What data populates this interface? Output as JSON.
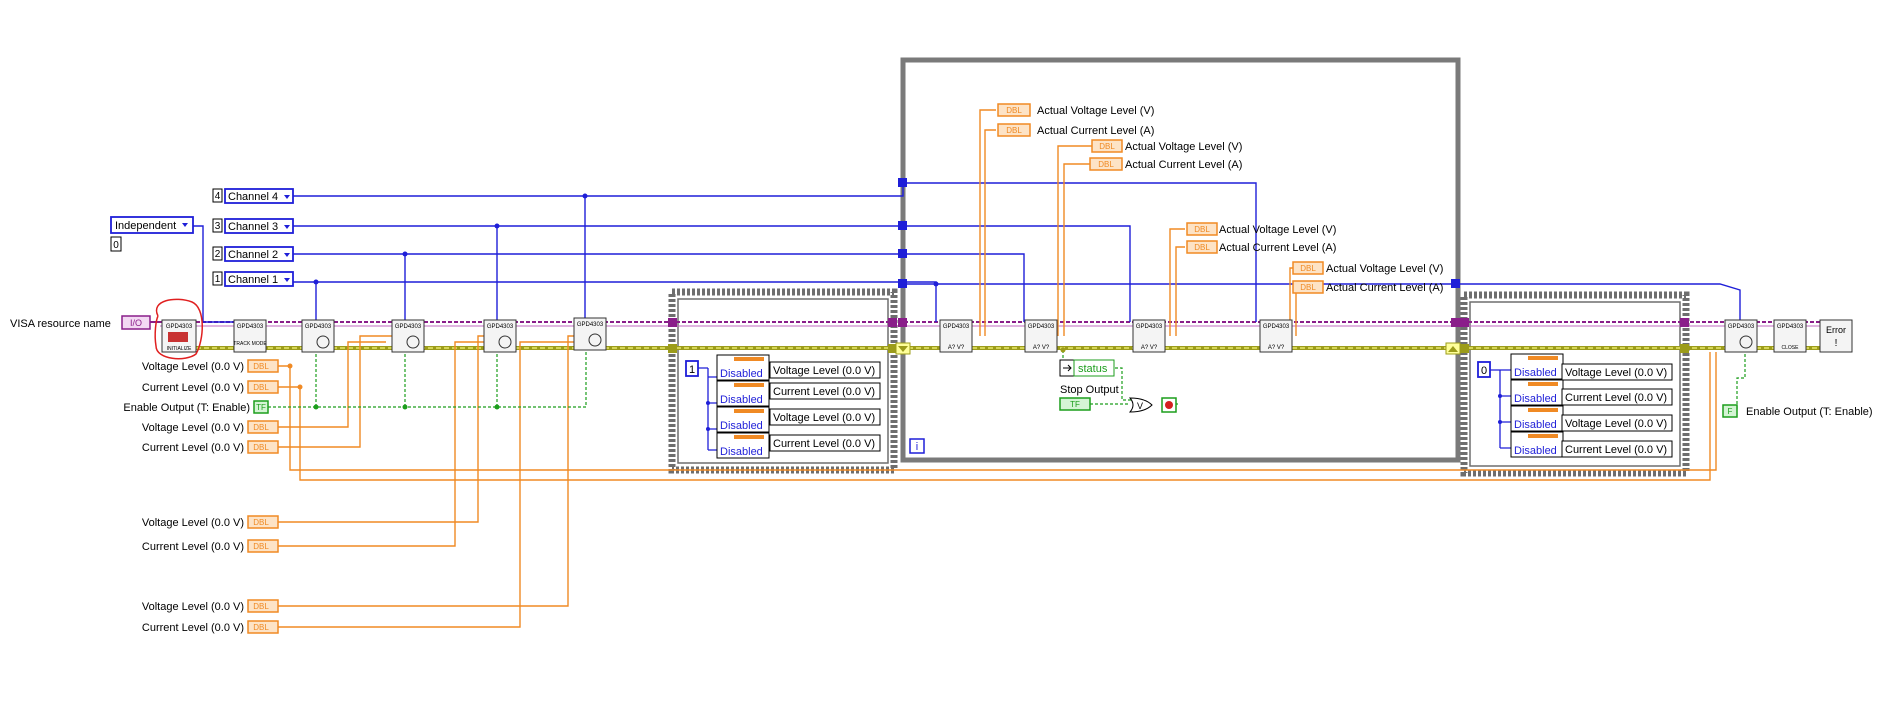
{
  "colors": {
    "background": "#ffffff",
    "enum_wire": "#1f1fd8",
    "numeric_wire": "#f08a24",
    "resource_wire": "#8a1e8a",
    "error_wire": "#9c9c1a",
    "boolean_wire": "#1c9e1c",
    "while_loop_frame": "#7a7a7a",
    "highlight_circle": "#e02020"
  },
  "inputs": {
    "visa_label": "VISA resource name",
    "visa_terminal": "I/O",
    "mode_enum": "Independent",
    "mode_index": "0",
    "channels": [
      {
        "index": "4",
        "label": "Channel 4"
      },
      {
        "index": "3",
        "label": "Channel 3"
      },
      {
        "index": "2",
        "label": "Channel 2"
      },
      {
        "index": "1",
        "label": "Channel 1"
      }
    ],
    "numeric_controls": [
      {
        "label": "Voltage Level (0.0 V)",
        "terminal": "DBL"
      },
      {
        "label": "Current Level (0.0 V)",
        "terminal": "DBL"
      },
      {
        "label": "Enable Output (T: Enable)",
        "terminal": "TF"
      },
      {
        "label": "Voltage Level (0.0 V)",
        "terminal": "DBL"
      },
      {
        "label": "Current Level (0.0 V)",
        "terminal": "DBL"
      },
      {
        "label": "Voltage Level (0.0 V)",
        "terminal": "DBL"
      },
      {
        "label": "Current Level (0.0 V)",
        "terminal": "DBL"
      },
      {
        "label": "Voltage Level (0.0 V)",
        "terminal": "DBL"
      },
      {
        "label": "Current Level (0.0 V)",
        "terminal": "DBL"
      }
    ]
  },
  "subvis": {
    "init": {
      "top": "GPD4303",
      "bottom": "INITIALIZE"
    },
    "track": {
      "top": "GPD4303",
      "bottom": "TRACK MODE"
    },
    "config_top": "GPD4303",
    "measure": {
      "top": "GPD4303",
      "bottom": "A? V?"
    },
    "close": {
      "top": "GPD4303",
      "bottom": "CLOSE"
    },
    "error": "Error"
  },
  "cluster_left": {
    "index": "1",
    "rows": [
      {
        "state": "Disabled",
        "label": "Voltage Level (0.0 V)"
      },
      {
        "state": "Disabled",
        "label": "Current Level (0.0 V)"
      },
      {
        "state": "Disabled",
        "label": "Voltage Level (0.0 V)"
      },
      {
        "state": "Disabled",
        "label": "Current Level (0.0 V)"
      }
    ]
  },
  "cluster_right": {
    "index": "0",
    "rows": [
      {
        "state": "Disabled",
        "label": "Voltage Level (0.0 V)"
      },
      {
        "state": "Disabled",
        "label": "Current Level (0.0 V)"
      },
      {
        "state": "Disabled",
        "label": "Voltage Level (0.0 V)"
      },
      {
        "state": "Disabled",
        "label": "Current Level (0.0 V)"
      }
    ]
  },
  "loop": {
    "indicators": [
      {
        "terminal": "DBL",
        "label": "Actual Voltage Level (V)"
      },
      {
        "terminal": "DBL",
        "label": "Actual Current Level (A)"
      },
      {
        "terminal": "DBL",
        "label": "Actual Voltage Level (V)"
      },
      {
        "terminal": "DBL",
        "label": "Actual Current Level (A)"
      },
      {
        "terminal": "DBL",
        "label": "Actual Voltage Level (V)"
      },
      {
        "terminal": "DBL",
        "label": "Actual Current Level (A)"
      },
      {
        "terminal": "DBL",
        "label": "Actual Voltage Level (V)"
      },
      {
        "terminal": "DBL",
        "label": "Actual Current Level (A)"
      }
    ],
    "status_label": "status",
    "stop_label": "Stop Output",
    "stop_terminal": "TF",
    "or_label": "V",
    "iteration": "i"
  },
  "final_enable": {
    "terminal": "F",
    "label": "Enable Output (T: Enable)"
  }
}
